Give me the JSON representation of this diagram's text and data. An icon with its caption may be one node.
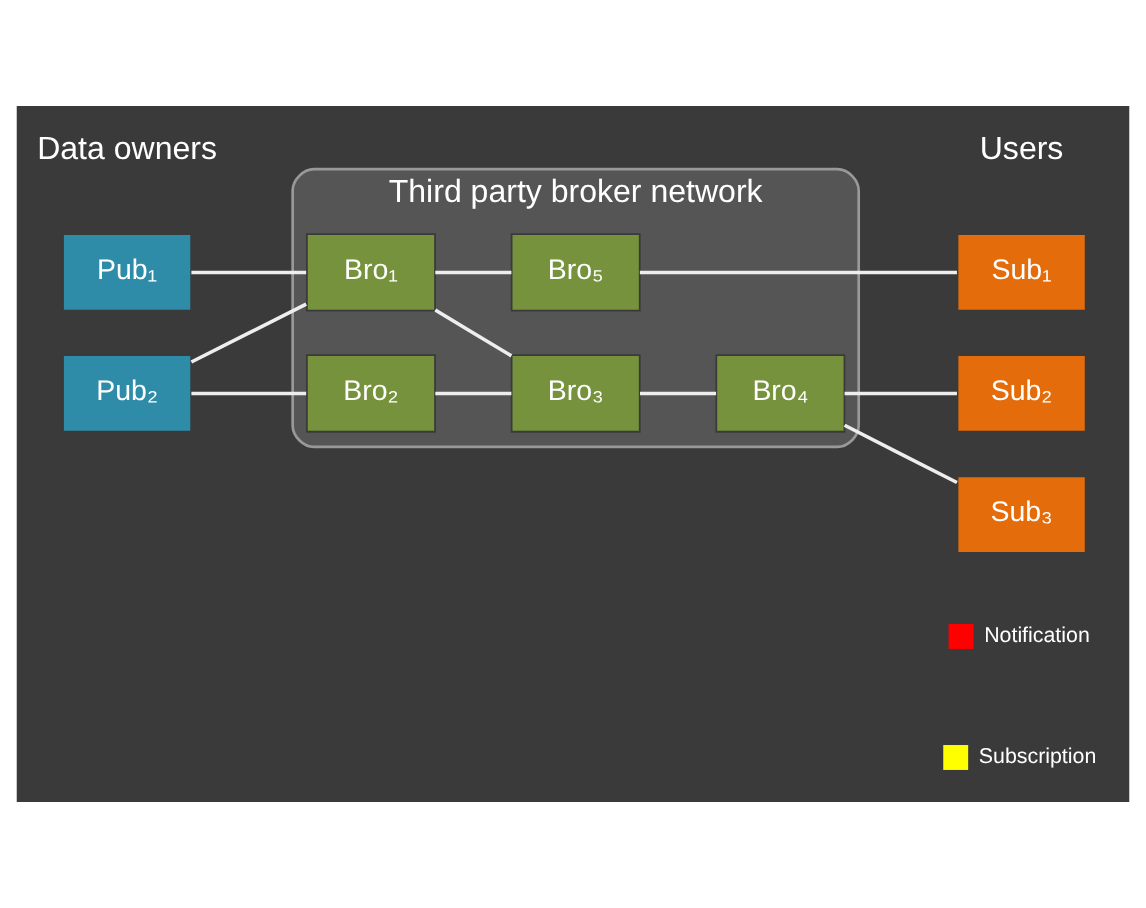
{
  "diagram": {
    "nodes": [
      {
        "text": [
          "Third party broker network"
        ]
      },
      {
        "text": [
          "Pub₁"
        ]
      },
      {
        "text": [
          "Pub₂"
        ]
      },
      {
        "text": [
          "Bro₁"
        ],
        "in": 0
      },
      {
        "text": [
          "Bro₅"
        ],
        "in": 0
      },
      {
        "text": [
          "Bro₃"
        ],
        "in": 0
      },
      {
        "text": [
          "Bro₂"
        ],
        "in": 0
      },
      {
        "text": [
          "Bro₄"
        ],
        "in": 0
      },
      {
        "text": [
          "Sub₁"
        ]
      },
      {
        "text": [
          "Sub₂"
        ]
      },
      {
        "text": [
          "Sub₃"
        ]
      }
    ],
    "edges": [
      {
        "from": 1,
        "to": 3,
        "arrow": "none"
      },
      {
        "from": 2,
        "to": 3,
        "arrow": "none"
      },
      {
        "from": 2,
        "to": 6,
        "arrow": "none"
      },
      {
        "from": 3,
        "to": 4,
        "arrow": "none"
      },
      {
        "from": 3,
        "to": 5,
        "arrow": "none"
      },
      {
        "from": 5,
        "to": 6,
        "arrow": "none"
      },
      {
        "from": 5,
        "to": 7,
        "arrow": "none"
      },
      {
        "from": 4,
        "to": 8,
        "arrow": "none"
      },
      {
        "from": 7,
        "to": 9,
        "arrow": "none"
      },
      {
        "from": 7,
        "to": 10,
        "arrow": "none"
      }
    ],
    "labels": [
      "Data owners",
      "Users"
    ],
    "legend": [
      {
        "text": "Notification",
        "color": "#ff0000"
      },
      {
        "text": "Subscription",
        "color": "#ffff00"
      }
    ]
  }
}
